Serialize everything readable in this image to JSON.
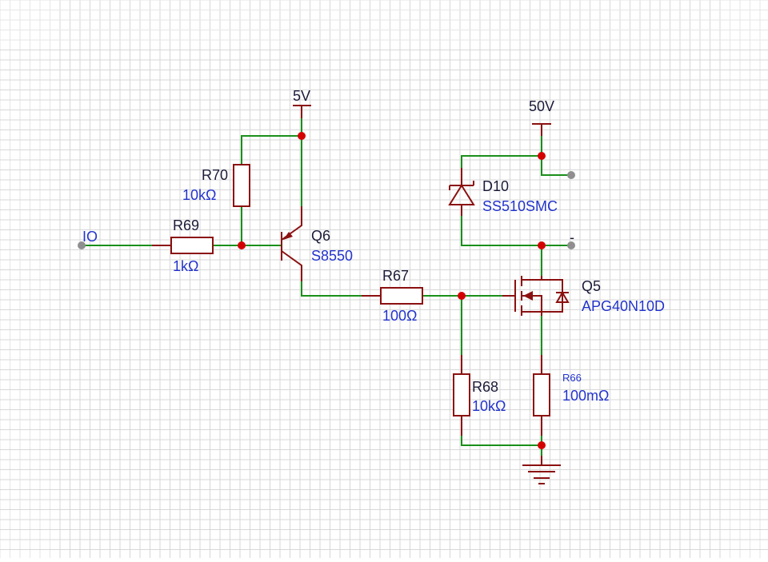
{
  "nets": {
    "vcc_5v": "5V",
    "vcc_50v": "50V",
    "io": "IO",
    "minus": "-"
  },
  "components": {
    "r70": {
      "ref": "R70",
      "value": "10kΩ"
    },
    "r69": {
      "ref": "R69",
      "value": "1kΩ"
    },
    "q6": {
      "ref": "Q6",
      "value": "S8550"
    },
    "r67": {
      "ref": "R67",
      "value": "100Ω"
    },
    "d10": {
      "ref": "D10",
      "value": "SS510SMC"
    },
    "q5": {
      "ref": "Q5",
      "value": "APG40N10D"
    },
    "r68": {
      "ref": "R68",
      "value": "10kΩ"
    },
    "r66": {
      "ref": "R66",
      "value": "100mΩ"
    }
  },
  "colors": {
    "wire": "#1a8f1a",
    "component": "#8b1010",
    "junction": "#d40000",
    "port": "#8f8f8f",
    "designator": "#1b1b3a",
    "value": "#2233cc"
  }
}
